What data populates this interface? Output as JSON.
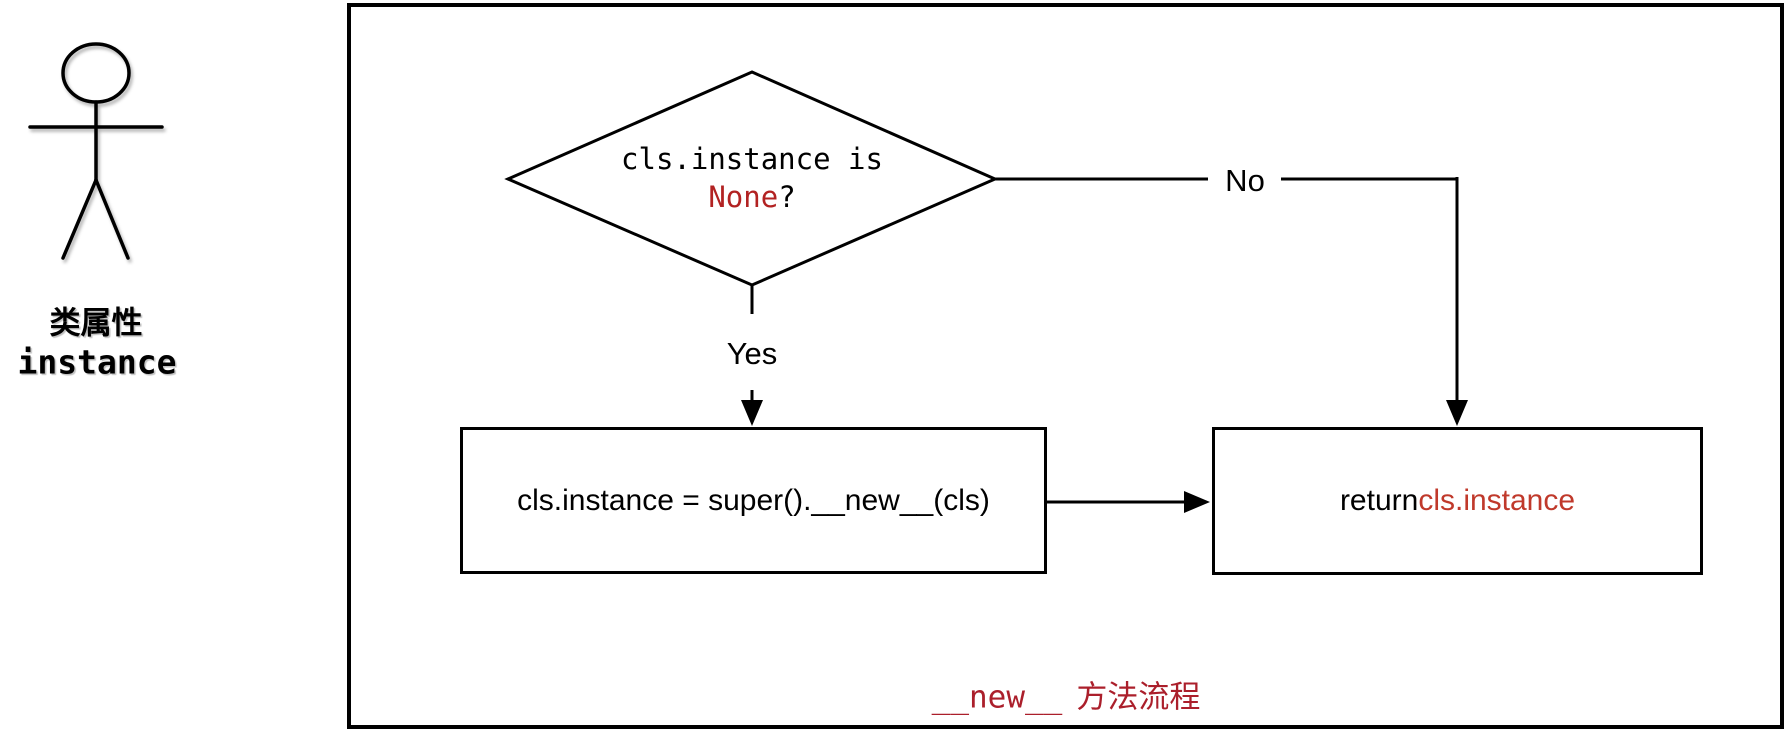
{
  "actor": {
    "icon": "stick-figure-icon",
    "label_cn": "类属性",
    "label_code": "instance"
  },
  "flowchart": {
    "decision": {
      "line1": "cls.instance is",
      "line2_red": "None",
      "line2_black": "?"
    },
    "no_label": "No",
    "yes_label": "Yes",
    "assign_box": "cls.instance = super().__new__(cls)",
    "return_box": {
      "keyword": "return ",
      "value": "cls.instance"
    },
    "caption": {
      "code": "__new__",
      "cn": "方法流程"
    }
  },
  "colors": {
    "red": "#b22222",
    "return_red": "#c0392b",
    "caption_red": "#ab1f2b",
    "line": "#000000",
    "background": "#ffffff"
  }
}
